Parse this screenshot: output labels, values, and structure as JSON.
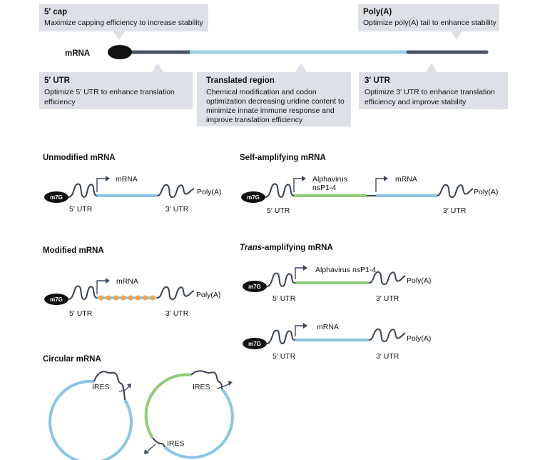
{
  "colors": {
    "callout_bg": "#dde1e7",
    "mrna_dark": "#4d5565",
    "mrna_light": "#9fd0ec",
    "coding_blue": "#8cc4e6",
    "coding_green": "#8dcc78",
    "modification_orange": "#f0a35a",
    "cap_black": "#111111",
    "utr_line": "#3a4252",
    "promoter_arrow": "#3c4a60"
  },
  "icons": {
    "cap": "black-ellipse",
    "promoter": "bent-arrow",
    "utr": "squiggle-line"
  },
  "top_diagram": {
    "mrna_label": "mRNA",
    "callouts": {
      "five_prime_cap": {
        "title": "5′ cap",
        "body": [
          "Maximize capping efficiency to increase stability"
        ]
      },
      "poly_a": {
        "title": "Poly(A)",
        "body": [
          "Optimize poly(A) tail to enhance stability"
        ]
      },
      "five_prime_utr": {
        "title": "5′ UTR",
        "body": [
          "Optimize 5′ UTR to enhance translation",
          "efficiency"
        ]
      },
      "translated_region": {
        "title": "Translated region",
        "body": [
          "Chemical modification and codon",
          "optimization decreasing uridine content to",
          "minimize innate immune response and",
          "improve translation efficiency"
        ]
      },
      "three_prime_utr": {
        "title": "3′ UTR",
        "body": [
          "Optimize 3′ UTR to enhance translation",
          "efficiency and improve stability"
        ]
      }
    }
  },
  "labels": {
    "cap": "m7G",
    "five_utr": "5′ UTR",
    "three_utr": "3′ UTR",
    "poly_a": "Poly(A)",
    "mrna": "mRNA",
    "ires": "IRES"
  },
  "sections": {
    "unmodified": {
      "title": "Unmodified mRNA"
    },
    "self_amplifying": {
      "title": "Self-amplifying mRNA",
      "replicase_label_line1": "Alphavirus",
      "replicase_label_line2": "nsP1-4"
    },
    "modified": {
      "title": "Modified mRNA",
      "modification_count": 8
    },
    "trans_amplifying": {
      "title_italic": "Trans",
      "title_rest": "-amplifying mRNA",
      "replicase_label": "Alphavirus nsP1-4"
    },
    "circular": {
      "title": "Circular mRNA"
    }
  }
}
